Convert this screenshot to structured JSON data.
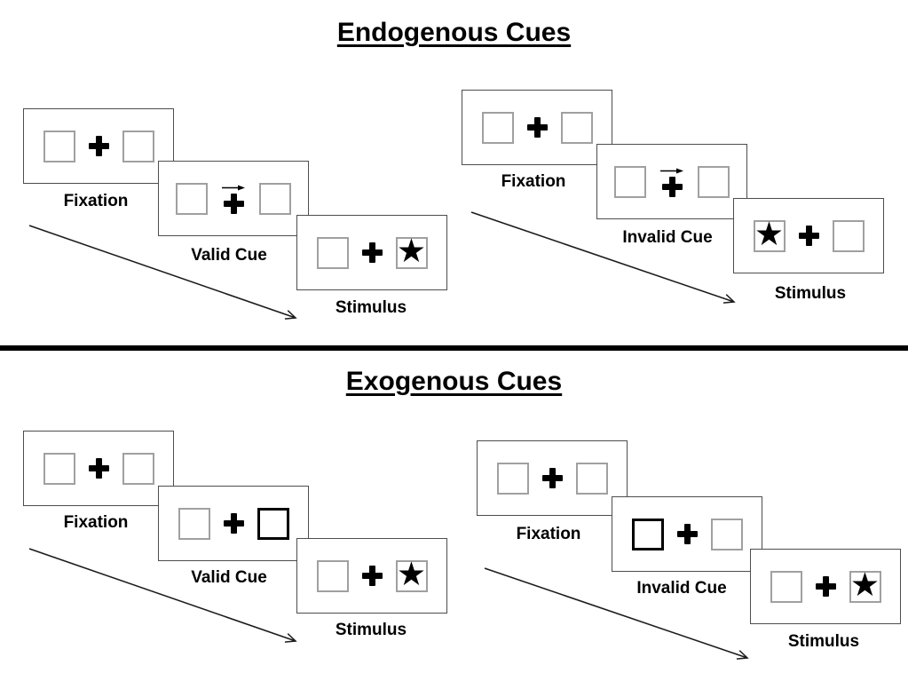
{
  "page": {
    "background": "#ffffff",
    "divider_color": "#000000"
  },
  "colors": {
    "panel_border": "#4d4d4d",
    "box_border": "#a0a0a0",
    "cue_box_border": "#000000",
    "ink": "#000000"
  },
  "icons": {
    "star": "★"
  },
  "sections": [
    {
      "title": "Endogenous Cues",
      "groups": [
        {
          "name": "valid",
          "panels": [
            {
              "label": "Fixation",
              "left_box": "empty",
              "right_box": "empty",
              "center": "plus"
            },
            {
              "label": "Valid Cue",
              "left_box": "empty",
              "right_box": "empty",
              "center": "plus-with-right-arrow"
            },
            {
              "label": "Stimulus",
              "left_box": "empty",
              "right_box": "star",
              "center": "plus"
            }
          ]
        },
        {
          "name": "invalid",
          "panels": [
            {
              "label": "Fixation",
              "left_box": "empty",
              "right_box": "empty",
              "center": "plus"
            },
            {
              "label": "Invalid Cue",
              "left_box": "empty",
              "right_box": "empty",
              "center": "plus-with-right-arrow"
            },
            {
              "label": "Stimulus",
              "left_box": "star",
              "right_box": "empty",
              "center": "plus"
            }
          ]
        }
      ]
    },
    {
      "title": "Exogenous Cues",
      "groups": [
        {
          "name": "valid",
          "panels": [
            {
              "label": "Fixation",
              "left_box": "empty",
              "right_box": "empty",
              "center": "plus"
            },
            {
              "label": "Valid Cue",
              "left_box": "empty",
              "right_box": "highlight",
              "center": "plus"
            },
            {
              "label": "Stimulus",
              "left_box": "empty",
              "right_box": "star",
              "center": "plus"
            }
          ]
        },
        {
          "name": "invalid",
          "panels": [
            {
              "label": "Fixation",
              "left_box": "empty",
              "right_box": "empty",
              "center": "plus"
            },
            {
              "label": "Invalid Cue",
              "left_box": "highlight",
              "right_box": "empty",
              "center": "plus"
            },
            {
              "label": "Stimulus",
              "left_box": "empty",
              "right_box": "star",
              "center": "plus"
            }
          ]
        }
      ]
    }
  ]
}
